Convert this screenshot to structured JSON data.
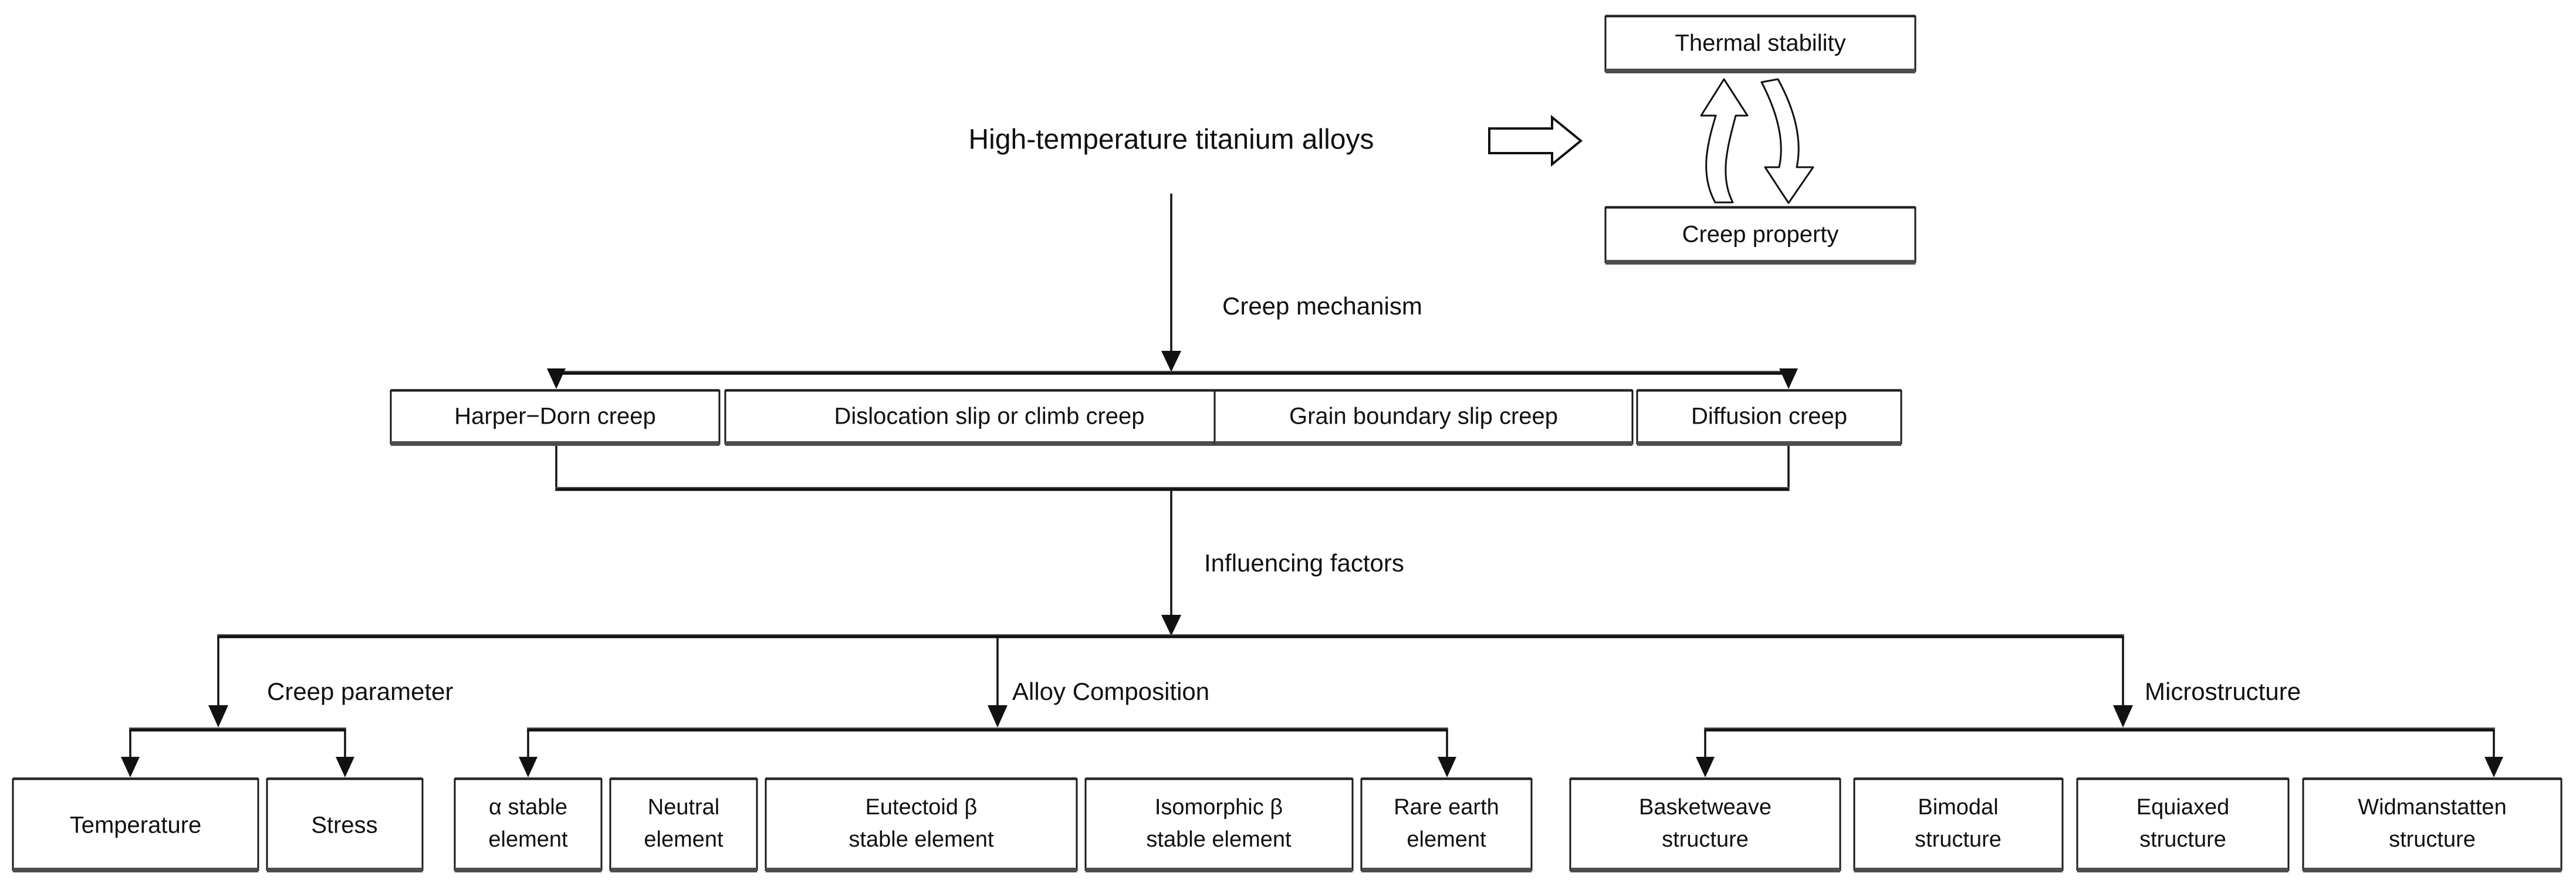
{
  "diagram": {
    "title": "High-temperature titanium alloys creep flowchart",
    "root_label": "High-temperature titanium alloys",
    "colors": {
      "line": "#111111",
      "box_stroke": "#1a1a1a",
      "box_fill": "#ffffff",
      "box_shadow": "#4d4d4d",
      "background": "#ffffff"
    },
    "property_boxes": [
      {
        "id": "thermal-stability",
        "label": "Thermal stability"
      },
      {
        "id": "creep-property",
        "label": "Creep property"
      }
    ],
    "edge_labels": {
      "creep_mechanism": "Creep mechanism",
      "influencing_factors": "Influencing factors",
      "creep_parameter": "Creep parameter",
      "alloy_composition": "Alloy Composition",
      "microstructure": "Microstructure"
    },
    "creep_mechanisms": [
      {
        "id": "harper-dorn-creep",
        "label": "Harper−Dorn creep"
      },
      {
        "id": "dislocation-slip-or-climb-creep",
        "label": "Dislocation slip or climb creep"
      },
      {
        "id": "grain-boundary-slip-creep",
        "label": "Grain boundary slip creep"
      },
      {
        "id": "diffusion-creep",
        "label": "Diffusion creep"
      }
    ],
    "creep_parameter_items": [
      {
        "id": "temperature",
        "line1": "Temperature",
        "line2": ""
      },
      {
        "id": "stress",
        "line1": "Stress",
        "line2": ""
      }
    ],
    "alloy_composition_items": [
      {
        "id": "alpha-stable-element",
        "line1": "α stable",
        "line2": "element"
      },
      {
        "id": "neutral-element",
        "line1": "Neutral",
        "line2": "element"
      },
      {
        "id": "eutectoid-beta-stable-element",
        "line1": "Eutectoid β",
        "line2": "stable element"
      },
      {
        "id": "isomorphic-beta-stable-element",
        "line1": "Isomorphic β",
        "line2": "stable element"
      },
      {
        "id": "rare-earth-element",
        "line1": "Rare earth",
        "line2": "element"
      }
    ],
    "microstructure_items": [
      {
        "id": "basketweave-structure",
        "line1": "Basketweave",
        "line2": "structure"
      },
      {
        "id": "bimodal-structure",
        "line1": "Bimodal",
        "line2": "structure"
      },
      {
        "id": "equiaxed-structure",
        "line1": "Equiaxed",
        "line2": "structure"
      },
      {
        "id": "widmanstatten-structure",
        "line1": "Widmanstatten",
        "line2": "structure"
      }
    ]
  }
}
